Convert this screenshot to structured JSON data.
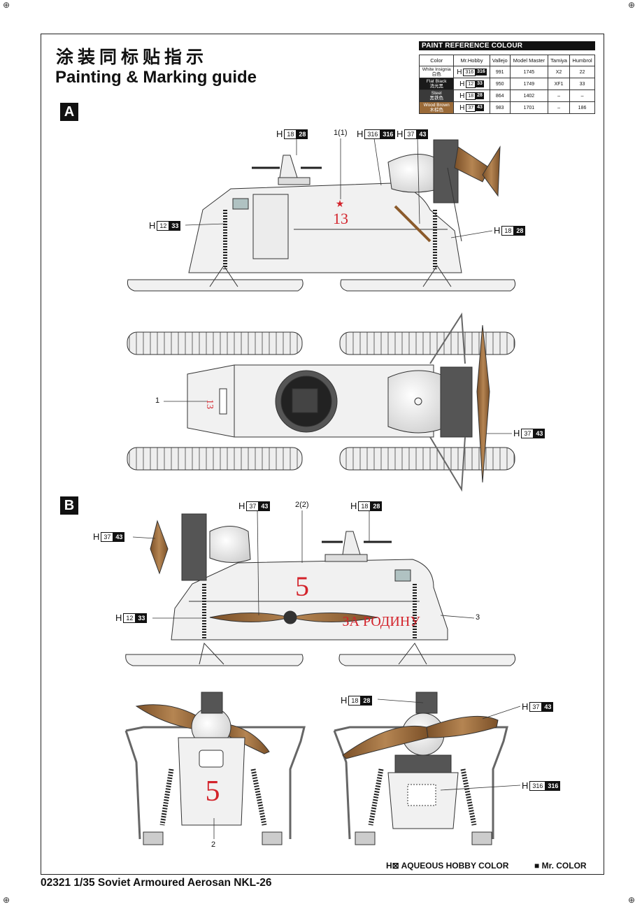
{
  "title_cn": "涂装同标贴指示",
  "title_en": "Painting & Marking guide",
  "section_a": "A",
  "section_b": "B",
  "paint_table": {
    "title": "PAINT  REFERENCE COLOUR",
    "headers": [
      "Color",
      "Mr.Hobby",
      "Vallejo",
      "Model Master",
      "Tamiya",
      "Humbrol"
    ],
    "rows": [
      {
        "color_en": "White Insignia",
        "color_cn": "白色",
        "h": "H",
        "hobby_a": "316",
        "hobby_b": "316",
        "vallejo": "991",
        "model_master": "1745",
        "tamiya": "X2",
        "humbrol": "22",
        "swatch": "#ffffff",
        "text_color": "#111111"
      },
      {
        "color_en": "Flat Black",
        "color_cn": "消光黑",
        "h": "H",
        "hobby_a": "12",
        "hobby_b": "33",
        "vallejo": "950",
        "model_master": "1749",
        "tamiya": "XF1",
        "humbrol": "33",
        "swatch": "#1a1a1a",
        "text_color": "#ffffff"
      },
      {
        "color_en": "Steel",
        "color_cn": "黑铁色",
        "h": "H",
        "hobby_a": "18",
        "hobby_b": "28",
        "vallejo": "864",
        "model_master": "1402",
        "tamiya": "–",
        "humbrol": "–",
        "swatch": "#3a3a3a",
        "text_color": "#ffffff"
      },
      {
        "color_en": "Wood Brown",
        "color_cn": "木棕色",
        "h": "H",
        "hobby_a": "37",
        "hobby_b": "43",
        "vallejo": "983",
        "model_master": "1701",
        "tamiya": "–",
        "humbrol": "186",
        "swatch": "#9a6a38",
        "text_color": "#ffffff"
      }
    ]
  },
  "callouts": {
    "steel": {
      "h": "H",
      "a": "18",
      "b": "28"
    },
    "black": {
      "h": "H",
      "a": "12",
      "b": "33"
    },
    "white": {
      "h": "H",
      "a": "316",
      "b": "316"
    },
    "wood": {
      "h": "H",
      "a": "37",
      "b": "43"
    }
  },
  "labels": {
    "a_decal_side": "1(1)",
    "a_decal_top": "1",
    "b_decal_side": "2(2)",
    "b_decal_front": "2",
    "b_decal_rear": "3",
    "a_number": "13",
    "b_number": "5",
    "slogan": "ЗА РОДИНУ"
  },
  "legend": {
    "aqueous": "H⊠  AQUEOUS HOBBY COLOR",
    "mr": "■  Mr. COLOR"
  },
  "footer": "02321 1/35  Soviet Armoured Aerosan NKL-26",
  "colors": {
    "white": "#f1f1f1",
    "outline": "#333333",
    "red": "#d3232b",
    "wood": "#9a6a38",
    "steel": "#444444",
    "black": "#111111"
  }
}
